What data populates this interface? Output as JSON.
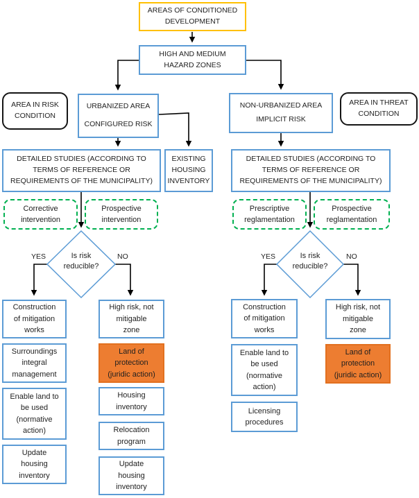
{
  "colors": {
    "box_blue_border": "#5B9BD5",
    "top_box_border": "#FFC000",
    "dashed_green_border": "#00B050",
    "orange_fill": "#ED7D31",
    "connector_black": "#000000"
  },
  "nodes": {
    "areas_of_conditioned_development": "AREAS OF CONDITIONED\nDEVELOPMENT",
    "high_medium_hazard": "HIGH AND MEDIUM\nHAZARD ZONES",
    "area_in_risk_condition": "AREA IN RISK\nCONDITION",
    "area_in_threat_condition": "AREA IN THREAT\nCONDITION",
    "urbanized_area": {
      "line1": "URBANIZED AREA",
      "line2": "CONFIGURED RISK"
    },
    "non_urbanized_area": {
      "line1": "NON-URBANIZED AREA",
      "line2": "IMPLICIT RISK"
    },
    "detailed_studies": "DETAILED STUDIES (ACCORDING TO\nTERMS OF REFERENCE OR\nREQUIREMENTS OF THE MUNICIPALITY)",
    "existing_housing_inventory": "EXISTING\nHOUSING\nINVENTORY",
    "corrective_intervention": "Corrective\nintervention",
    "prospective_intervention": "Prospective\nintervention",
    "prescriptive_reglamentation": "Prescriptive\nreglamentation",
    "prospective_reglamentation": "Prospective\nreglamentation",
    "decision": {
      "question": "Is risk\nreducible?",
      "yes": "YES",
      "no": "NO"
    }
  },
  "outcomes": {
    "urbanized_yes": [
      "Construction\nof mitigation\nworks",
      "Surroundings\nintegral\nmanagement",
      "Enable land to\nbe used\n(normative\naction)",
      "Update\nhousing\ninventory"
    ],
    "urbanized_no": [
      "High risk, not\nmitigable\nzone",
      "Land of\nprotection\n(juridic action)",
      "Housing\ninventory",
      "Relocation\nprogram",
      "Update\nhousing\ninventory"
    ],
    "non_urbanized_yes": [
      "Construction\nof mitigation\nworks",
      "Enable land to\nbe used\n(normative\naction)",
      "Licensing\nprocedures"
    ],
    "non_urbanized_no": [
      "High risk, not\nmitigable\nzone",
      "Land of\nprotection\n(juridic action)"
    ]
  }
}
